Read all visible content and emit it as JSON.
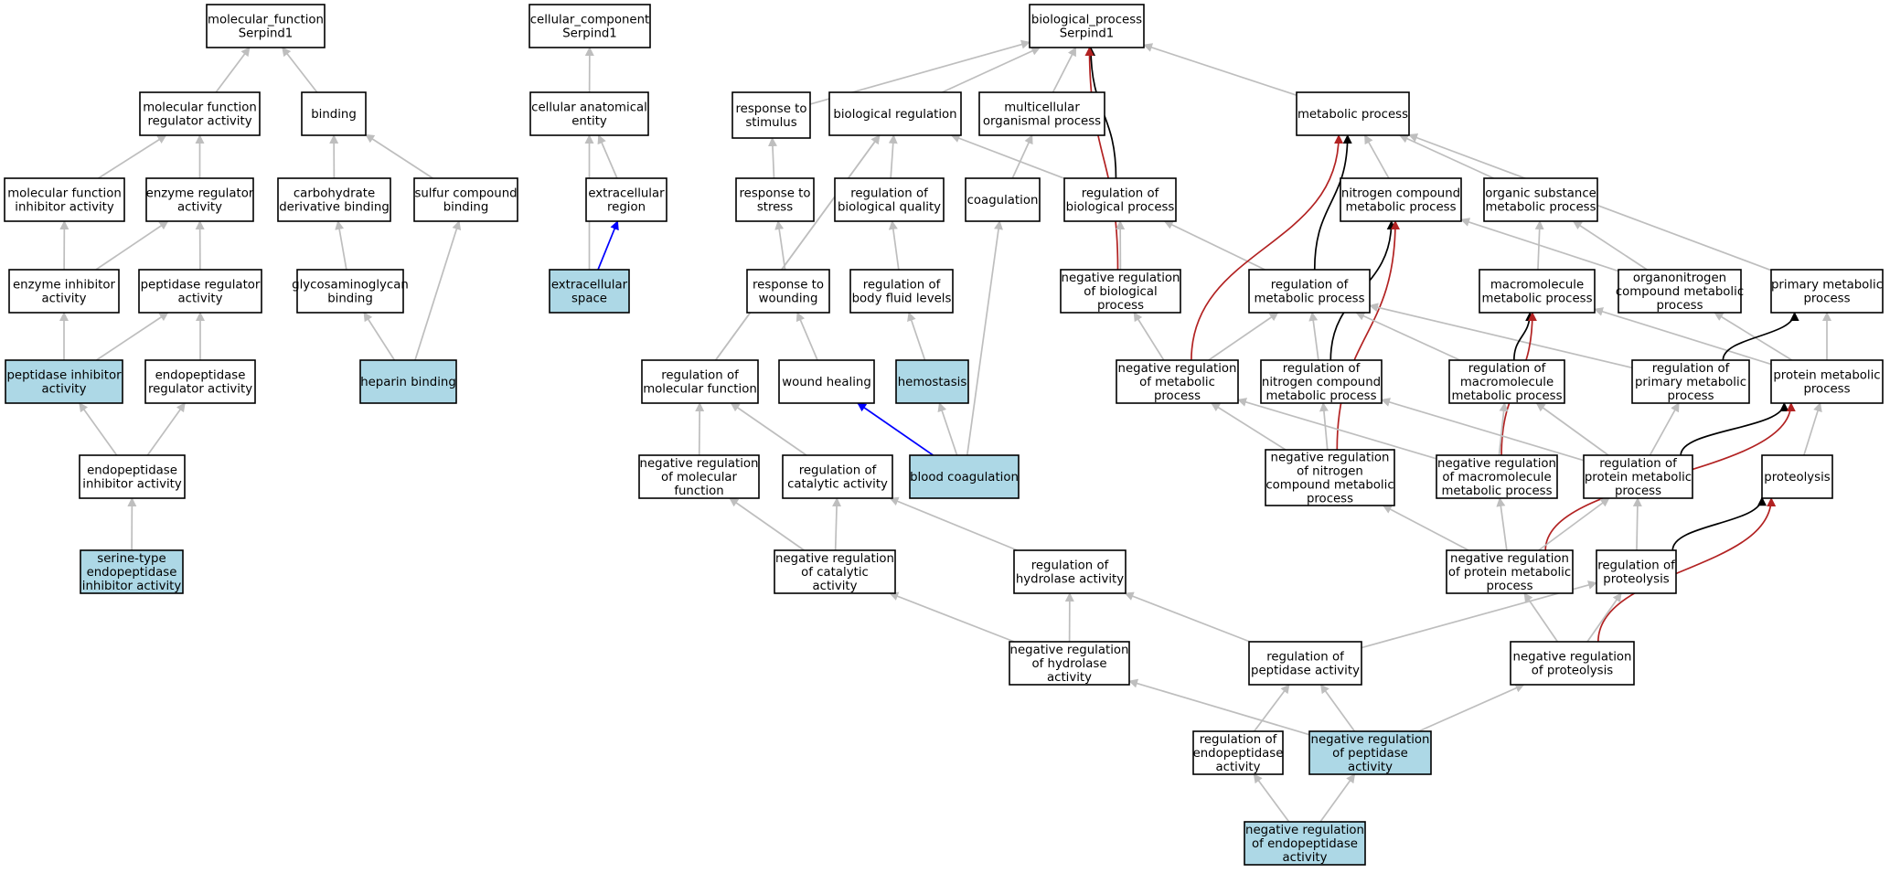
{
  "colors": {
    "highlight_fill": "#add8e6",
    "default_fill": "#ffffff",
    "edge_is_a": "#bebebe",
    "edge_part_of": "#0000ff",
    "edge_regulates": "#000000",
    "edge_negatively_regulates": "#b22222"
  },
  "nodes": [
    {
      "id": "mf_root",
      "lines": [
        "molecular_function",
        "Serpind1"
      ],
      "highlighted": false
    },
    {
      "id": "cc_root",
      "lines": [
        "cellular_component",
        "Serpind1"
      ],
      "highlighted": false
    },
    {
      "id": "bp_root",
      "lines": [
        "biological_process",
        "Serpind1"
      ],
      "highlighted": false
    },
    {
      "id": "mf_reg_act",
      "lines": [
        "molecular function",
        "regulator activity"
      ],
      "highlighted": false
    },
    {
      "id": "binding",
      "lines": [
        "binding"
      ],
      "highlighted": false
    },
    {
      "id": "cell_anat",
      "lines": [
        "cellular anatomical",
        "entity"
      ],
      "highlighted": false
    },
    {
      "id": "resp_stim",
      "lines": [
        "response to",
        "stimulus"
      ],
      "highlighted": false
    },
    {
      "id": "bio_reg",
      "lines": [
        "biological regulation"
      ],
      "highlighted": false
    },
    {
      "id": "multicell",
      "lines": [
        "multicellular",
        "organismal process"
      ],
      "highlighted": false
    },
    {
      "id": "metab",
      "lines": [
        "metabolic process"
      ],
      "highlighted": false
    },
    {
      "id": "mf_inhib",
      "lines": [
        "molecular function",
        "inhibitor activity"
      ],
      "highlighted": false
    },
    {
      "id": "enz_reg",
      "lines": [
        "enzyme regulator",
        "activity"
      ],
      "highlighted": false
    },
    {
      "id": "carb_bind",
      "lines": [
        "carbohydrate",
        "derivative binding"
      ],
      "highlighted": false
    },
    {
      "id": "sulfur_bind",
      "lines": [
        "sulfur compound",
        "binding"
      ],
      "highlighted": false
    },
    {
      "id": "extracell_reg",
      "lines": [
        "extracellular",
        "region"
      ],
      "highlighted": false
    },
    {
      "id": "resp_stress",
      "lines": [
        "response to",
        "stress"
      ],
      "highlighted": false
    },
    {
      "id": "reg_bio_qual",
      "lines": [
        "regulation of",
        "biological quality"
      ],
      "highlighted": false
    },
    {
      "id": "coag",
      "lines": [
        "coagulation"
      ],
      "highlighted": false
    },
    {
      "id": "reg_bio_proc",
      "lines": [
        "regulation of",
        "biological process"
      ],
      "highlighted": false
    },
    {
      "id": "nitro_metab",
      "lines": [
        "nitrogen compound",
        "metabolic process"
      ],
      "highlighted": false
    },
    {
      "id": "org_sub",
      "lines": [
        "organic substance",
        "metabolic process"
      ],
      "highlighted": false
    },
    {
      "id": "enz_inhib",
      "lines": [
        "enzyme inhibitor",
        "activity"
      ],
      "highlighted": false
    },
    {
      "id": "pep_reg",
      "lines": [
        "peptidase regulator",
        "activity"
      ],
      "highlighted": false
    },
    {
      "id": "gag_bind",
      "lines": [
        "glycosaminoglycan",
        "binding"
      ],
      "highlighted": false
    },
    {
      "id": "extracell_space",
      "lines": [
        "extracellular",
        "space"
      ],
      "highlighted": true
    },
    {
      "id": "resp_wound",
      "lines": [
        "response to",
        "wounding"
      ],
      "highlighted": false
    },
    {
      "id": "reg_body_fluid",
      "lines": [
        "regulation of",
        "body fluid levels"
      ],
      "highlighted": false
    },
    {
      "id": "neg_reg_bio",
      "lines": [
        "negative regulation",
        "of biological",
        "process"
      ],
      "highlighted": false
    },
    {
      "id": "reg_metab",
      "lines": [
        "regulation of",
        "metabolic process"
      ],
      "highlighted": false
    },
    {
      "id": "macro_metab",
      "lines": [
        "macromolecule",
        "metabolic process"
      ],
      "highlighted": false
    },
    {
      "id": "organonitro",
      "lines": [
        "organonitrogen",
        "compound metabolic",
        "process"
      ],
      "highlighted": false
    },
    {
      "id": "prim_metab",
      "lines": [
        "primary metabolic",
        "process"
      ],
      "highlighted": false
    },
    {
      "id": "pep_inhib",
      "lines": [
        "peptidase inhibitor",
        "activity"
      ],
      "highlighted": true
    },
    {
      "id": "endopep_reg",
      "lines": [
        "endopeptidase",
        "regulator activity"
      ],
      "highlighted": false
    },
    {
      "id": "heparin",
      "lines": [
        "heparin binding"
      ],
      "highlighted": true
    },
    {
      "id": "reg_mol_func",
      "lines": [
        "regulation of",
        "molecular function"
      ],
      "highlighted": false
    },
    {
      "id": "wound_heal",
      "lines": [
        "wound healing"
      ],
      "highlighted": false
    },
    {
      "id": "hemostasis",
      "lines": [
        "hemostasis"
      ],
      "highlighted": true
    },
    {
      "id": "neg_reg_metab",
      "lines": [
        "negative regulation",
        "of metabolic",
        "process"
      ],
      "highlighted": false
    },
    {
      "id": "reg_nitro",
      "lines": [
        "regulation of",
        "nitrogen compound",
        "metabolic process"
      ],
      "highlighted": false
    },
    {
      "id": "reg_macro",
      "lines": [
        "regulation of",
        "macromolecule",
        "metabolic process"
      ],
      "highlighted": false
    },
    {
      "id": "reg_prim",
      "lines": [
        "regulation of",
        "primary metabolic",
        "process"
      ],
      "highlighted": false
    },
    {
      "id": "prot_metab",
      "lines": [
        "protein metabolic",
        "process"
      ],
      "highlighted": false
    },
    {
      "id": "endopep_inhib",
      "lines": [
        "endopeptidase",
        "inhibitor activity"
      ],
      "highlighted": false
    },
    {
      "id": "neg_reg_mol",
      "lines": [
        "negative regulation",
        "of molecular",
        "function"
      ],
      "highlighted": false
    },
    {
      "id": "reg_cat",
      "lines": [
        "regulation of",
        "catalytic activity"
      ],
      "highlighted": false
    },
    {
      "id": "blood_coag",
      "lines": [
        "blood coagulation"
      ],
      "highlighted": true
    },
    {
      "id": "neg_reg_nitro",
      "lines": [
        "negative regulation",
        "of nitrogen",
        "compound metabolic",
        "process"
      ],
      "highlighted": false
    },
    {
      "id": "neg_reg_macro",
      "lines": [
        "negative regulation",
        "of macromolecule",
        "metabolic process"
      ],
      "highlighted": false
    },
    {
      "id": "reg_prot_metab",
      "lines": [
        "regulation of",
        "protein metabolic",
        "process"
      ],
      "highlighted": false
    },
    {
      "id": "proteolysis",
      "lines": [
        "proteolysis"
      ],
      "highlighted": false
    },
    {
      "id": "serine_endopep",
      "lines": [
        "serine-type",
        "endopeptidase",
        "inhibitor activity"
      ],
      "highlighted": true
    },
    {
      "id": "neg_reg_cat",
      "lines": [
        "negative regulation",
        "of catalytic",
        "activity"
      ],
      "highlighted": false
    },
    {
      "id": "reg_hydrolase",
      "lines": [
        "regulation of",
        "hydrolase activity"
      ],
      "highlighted": false
    },
    {
      "id": "neg_reg_prot_metab",
      "lines": [
        "negative regulation",
        "of protein metabolic",
        "process"
      ],
      "highlighted": false
    },
    {
      "id": "reg_proteolysis",
      "lines": [
        "regulation of",
        "proteolysis"
      ],
      "highlighted": false
    },
    {
      "id": "neg_reg_hydrolase",
      "lines": [
        "negative regulation",
        "of hydrolase",
        "activity"
      ],
      "highlighted": false
    },
    {
      "id": "reg_pep_act",
      "lines": [
        "regulation of",
        "peptidase activity"
      ],
      "highlighted": false
    },
    {
      "id": "neg_reg_proteolysis",
      "lines": [
        "negative regulation",
        "of proteolysis"
      ],
      "highlighted": false
    },
    {
      "id": "reg_endopep",
      "lines": [
        "regulation of",
        "endopeptidase",
        "activity"
      ],
      "highlighted": false
    },
    {
      "id": "neg_reg_pep",
      "lines": [
        "negative regulation",
        "of peptidase",
        "activity"
      ],
      "highlighted": true
    },
    {
      "id": "neg_reg_endopep",
      "lines": [
        "negative regulation",
        "of endopeptidase",
        "activity"
      ],
      "highlighted": true
    }
  ],
  "edges": [
    {
      "from": "mf_reg_act",
      "to": "mf_root",
      "type": "is_a"
    },
    {
      "from": "binding",
      "to": "mf_root",
      "type": "is_a"
    },
    {
      "from": "mf_inhib",
      "to": "mf_reg_act",
      "type": "is_a"
    },
    {
      "from": "enz_reg",
      "to": "mf_reg_act",
      "type": "is_a"
    },
    {
      "from": "carb_bind",
      "to": "binding",
      "type": "is_a"
    },
    {
      "from": "sulfur_bind",
      "to": "binding",
      "type": "is_a"
    },
    {
      "from": "enz_inhib",
      "to": "mf_inhib",
      "type": "is_a"
    },
    {
      "from": "enz_inhib",
      "to": "enz_reg",
      "type": "is_a"
    },
    {
      "from": "pep_reg",
      "to": "enz_reg",
      "type": "is_a"
    },
    {
      "from": "gag_bind",
      "to": "carb_bind",
      "type": "is_a"
    },
    {
      "from": "heparin",
      "to": "gag_bind",
      "type": "is_a"
    },
    {
      "from": "heparin",
      "to": "sulfur_bind",
      "type": "is_a"
    },
    {
      "from": "pep_inhib",
      "to": "enz_inhib",
      "type": "is_a"
    },
    {
      "from": "pep_inhib",
      "to": "pep_reg",
      "type": "is_a"
    },
    {
      "from": "endopep_reg",
      "to": "pep_reg",
      "type": "is_a"
    },
    {
      "from": "endopep_inhib",
      "to": "pep_inhib",
      "type": "is_a"
    },
    {
      "from": "endopep_inhib",
      "to": "endopep_reg",
      "type": "is_a"
    },
    {
      "from": "serine_endopep",
      "to": "endopep_inhib",
      "type": "is_a"
    },
    {
      "from": "cell_anat",
      "to": "cc_root",
      "type": "is_a"
    },
    {
      "from": "extracell_reg",
      "to": "cell_anat",
      "type": "is_a"
    },
    {
      "from": "extracell_space",
      "to": "cell_anat",
      "type": "is_a"
    },
    {
      "from": "extracell_space",
      "to": "extracell_reg",
      "type": "part_of"
    },
    {
      "from": "resp_stim",
      "to": "bp_root",
      "type": "is_a"
    },
    {
      "from": "bio_reg",
      "to": "bp_root",
      "type": "is_a"
    },
    {
      "from": "multicell",
      "to": "bp_root",
      "type": "is_a"
    },
    {
      "from": "metab",
      "to": "bp_root",
      "type": "is_a"
    },
    {
      "from": "reg_bio_proc",
      "to": "bp_root",
      "type": "regulates"
    },
    {
      "from": "neg_reg_bio",
      "to": "bp_root",
      "type": "negatively_regulates"
    },
    {
      "from": "resp_stress",
      "to": "resp_stim",
      "type": "is_a"
    },
    {
      "from": "resp_wound",
      "to": "resp_stress",
      "type": "is_a"
    },
    {
      "from": "wound_heal",
      "to": "resp_wound",
      "type": "is_a"
    },
    {
      "from": "reg_bio_qual",
      "to": "bio_reg",
      "type": "is_a"
    },
    {
      "from": "reg_bio_proc",
      "to": "bio_reg",
      "type": "is_a"
    },
    {
      "from": "reg_mol_func",
      "to": "bio_reg",
      "type": "is_a"
    },
    {
      "from": "reg_body_fluid",
      "to": "reg_bio_qual",
      "type": "is_a"
    },
    {
      "from": "hemostasis",
      "to": "reg_body_fluid",
      "type": "is_a"
    },
    {
      "from": "coag",
      "to": "multicell",
      "type": "is_a"
    },
    {
      "from": "blood_coag",
      "to": "coag",
      "type": "is_a"
    },
    {
      "from": "blood_coag",
      "to": "hemostasis",
      "type": "is_a"
    },
    {
      "from": "blood_coag",
      "to": "wound_heal",
      "type": "part_of"
    },
    {
      "from": "neg_reg_bio",
      "to": "reg_bio_proc",
      "type": "is_a"
    },
    {
      "from": "reg_metab",
      "to": "reg_bio_proc",
      "type": "is_a"
    },
    {
      "from": "nitro_metab",
      "to": "metab",
      "type": "is_a"
    },
    {
      "from": "org_sub",
      "to": "metab",
      "type": "is_a"
    },
    {
      "from": "prim_metab",
      "to": "metab",
      "type": "is_a"
    },
    {
      "from": "reg_metab",
      "to": "metab",
      "type": "regulates"
    },
    {
      "from": "neg_reg_metab",
      "to": "metab",
      "type": "negatively_regulates"
    },
    {
      "from": "organonitro",
      "to": "nitro_metab",
      "type": "is_a"
    },
    {
      "from": "organonitro",
      "to": "org_sub",
      "type": "is_a"
    },
    {
      "from": "macro_metab",
      "to": "org_sub",
      "type": "is_a"
    },
    {
      "from": "reg_nitro",
      "to": "nitro_metab",
      "type": "regulates"
    },
    {
      "from": "neg_reg_nitro",
      "to": "nitro_metab",
      "type": "negatively_regulates"
    },
    {
      "from": "neg_reg_metab",
      "to": "neg_reg_bio",
      "type": "is_a"
    },
    {
      "from": "neg_reg_metab",
      "to": "reg_metab",
      "type": "is_a"
    },
    {
      "from": "reg_nitro",
      "to": "reg_metab",
      "type": "is_a"
    },
    {
      "from": "reg_macro",
      "to": "reg_metab",
      "type": "is_a"
    },
    {
      "from": "reg_prim",
      "to": "reg_metab",
      "type": "is_a"
    },
    {
      "from": "reg_macro",
      "to": "macro_metab",
      "type": "regulates"
    },
    {
      "from": "neg_reg_macro",
      "to": "macro_metab",
      "type": "negatively_regulates"
    },
    {
      "from": "prot_metab",
      "to": "macro_metab",
      "type": "is_a"
    },
    {
      "from": "prot_metab",
      "to": "organonitro",
      "type": "is_a"
    },
    {
      "from": "prot_metab",
      "to": "prim_metab",
      "type": "is_a"
    },
    {
      "from": "reg_prim",
      "to": "prim_metab",
      "type": "regulates"
    },
    {
      "from": "neg_reg_nitro",
      "to": "neg_reg_metab",
      "type": "is_a"
    },
    {
      "from": "neg_reg_nitro",
      "to": "reg_nitro",
      "type": "is_a"
    },
    {
      "from": "neg_reg_macro",
      "to": "neg_reg_metab",
      "type": "is_a"
    },
    {
      "from": "neg_reg_macro",
      "to": "reg_macro",
      "type": "is_a"
    },
    {
      "from": "reg_prot_metab",
      "to": "reg_macro",
      "type": "is_a"
    },
    {
      "from": "reg_prot_metab",
      "to": "reg_prim",
      "type": "is_a"
    },
    {
      "from": "reg_prot_metab",
      "to": "reg_nitro",
      "type": "is_a"
    },
    {
      "from": "reg_prot_metab",
      "to": "prot_metab",
      "type": "regulates"
    },
    {
      "from": "neg_reg_prot_metab",
      "to": "prot_metab",
      "type": "negatively_regulates"
    },
    {
      "from": "proteolysis",
      "to": "prot_metab",
      "type": "is_a"
    },
    {
      "from": "reg_mol_func",
      "to": "bio_reg",
      "type": "is_a"
    },
    {
      "from": "neg_reg_mol",
      "to": "reg_mol_func",
      "type": "is_a"
    },
    {
      "from": "reg_cat",
      "to": "reg_mol_func",
      "type": "is_a"
    },
    {
      "from": "neg_reg_cat",
      "to": "neg_reg_mol",
      "type": "is_a"
    },
    {
      "from": "neg_reg_cat",
      "to": "reg_cat",
      "type": "is_a"
    },
    {
      "from": "reg_hydrolase",
      "to": "reg_cat",
      "type": "is_a"
    },
    {
      "from": "neg_reg_hydrolase",
      "to": "neg_reg_cat",
      "type": "is_a"
    },
    {
      "from": "neg_reg_hydrolase",
      "to": "reg_hydrolase",
      "type": "is_a"
    },
    {
      "from": "reg_pep_act",
      "to": "reg_hydrolase",
      "type": "is_a"
    },
    {
      "from": "neg_reg_prot_metab",
      "to": "neg_reg_nitro",
      "type": "is_a"
    },
    {
      "from": "neg_reg_prot_metab",
      "to": "neg_reg_macro",
      "type": "is_a"
    },
    {
      "from": "neg_reg_prot_metab",
      "to": "reg_prot_metab",
      "type": "is_a"
    },
    {
      "from": "reg_proteolysis",
      "to": "reg_prot_metab",
      "type": "is_a"
    },
    {
      "from": "reg_proteolysis",
      "to": "proteolysis",
      "type": "regulates"
    },
    {
      "from": "neg_reg_proteolysis",
      "to": "proteolysis",
      "type": "negatively_regulates"
    },
    {
      "from": "neg_reg_proteolysis",
      "to": "neg_reg_prot_metab",
      "type": "is_a"
    },
    {
      "from": "neg_reg_proteolysis",
      "to": "reg_proteolysis",
      "type": "is_a"
    },
    {
      "from": "reg_pep_act",
      "to": "reg_proteolysis",
      "type": "is_a"
    },
    {
      "from": "reg_endopep",
      "to": "reg_pep_act",
      "type": "is_a"
    },
    {
      "from": "neg_reg_pep",
      "to": "reg_pep_act",
      "type": "is_a"
    },
    {
      "from": "neg_reg_pep",
      "to": "neg_reg_hydrolase",
      "type": "is_a"
    },
    {
      "from": "neg_reg_pep",
      "to": "neg_reg_proteolysis",
      "type": "is_a"
    },
    {
      "from": "neg_reg_endopep",
      "to": "reg_endopep",
      "type": "is_a"
    },
    {
      "from": "neg_reg_endopep",
      "to": "neg_reg_pep",
      "type": "is_a"
    }
  ]
}
